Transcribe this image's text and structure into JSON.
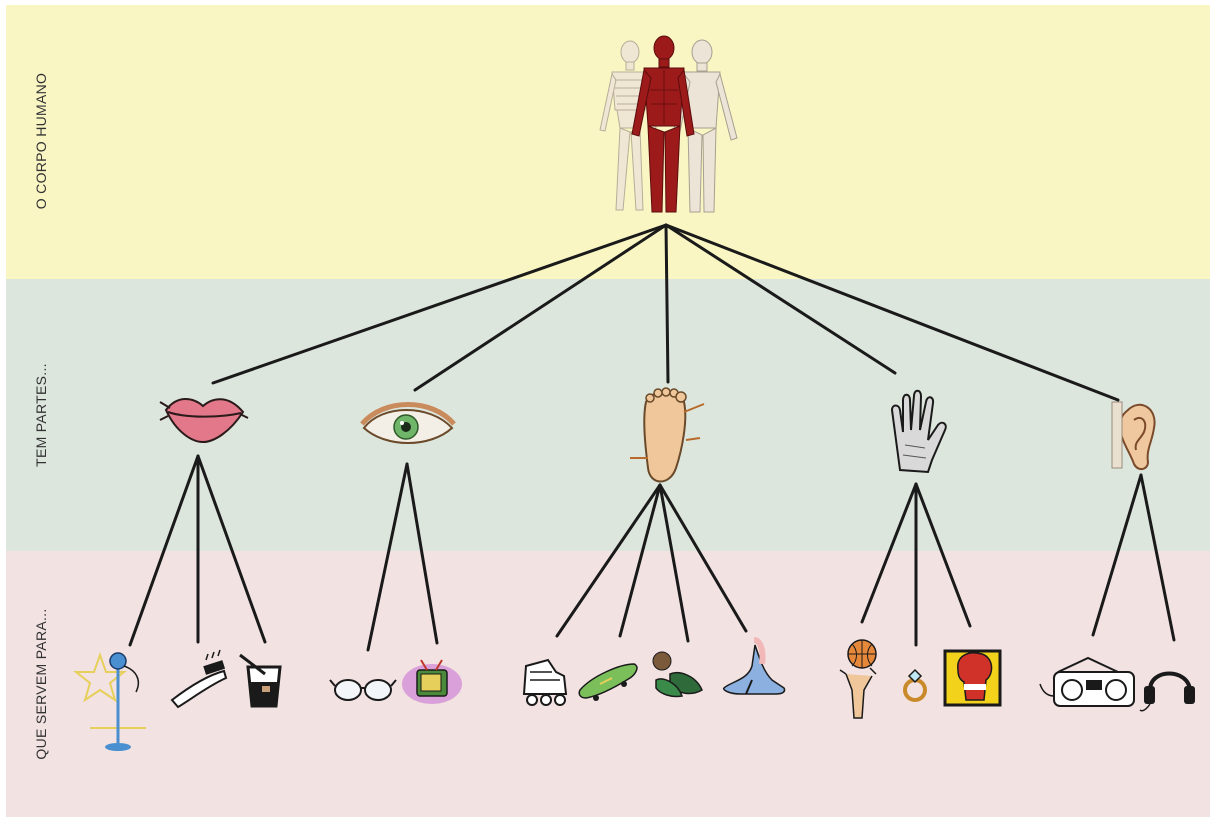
{
  "colors": {
    "band_top": "#f9f6c4",
    "band_mid": "#dce6dd",
    "band_bot": "#f2e2e2",
    "lines": "#1a1a1a"
  },
  "bands": {
    "top_label": "O CORPO HUMANO",
    "mid_label": "TEM PARTES...",
    "bot_label": "QUE SERVEM PARA..."
  },
  "root": {
    "icon": "human-body-anatomy-icon"
  },
  "parts": [
    {
      "name": "lips",
      "icon": "lips-icon",
      "uses": [
        "microphone-icon",
        "toothbrush-icon",
        "drink-glass-icon"
      ]
    },
    {
      "name": "eye",
      "icon": "eye-icon",
      "uses": [
        "glasses-icon",
        "television-icon"
      ]
    },
    {
      "name": "foot",
      "icon": "foot-icon",
      "uses": [
        "roller-skate-icon",
        "skateboard-icon",
        "swim-fins-icon",
        "high-heel-shoe-icon"
      ]
    },
    {
      "name": "hand",
      "icon": "hand-icon",
      "uses": [
        "basketball-icon",
        "ring-icon",
        "boxing-glove-icon"
      ]
    },
    {
      "name": "ear",
      "icon": "ear-icon",
      "uses": [
        "radio-boombox-icon",
        "headphones-icon"
      ]
    }
  ]
}
